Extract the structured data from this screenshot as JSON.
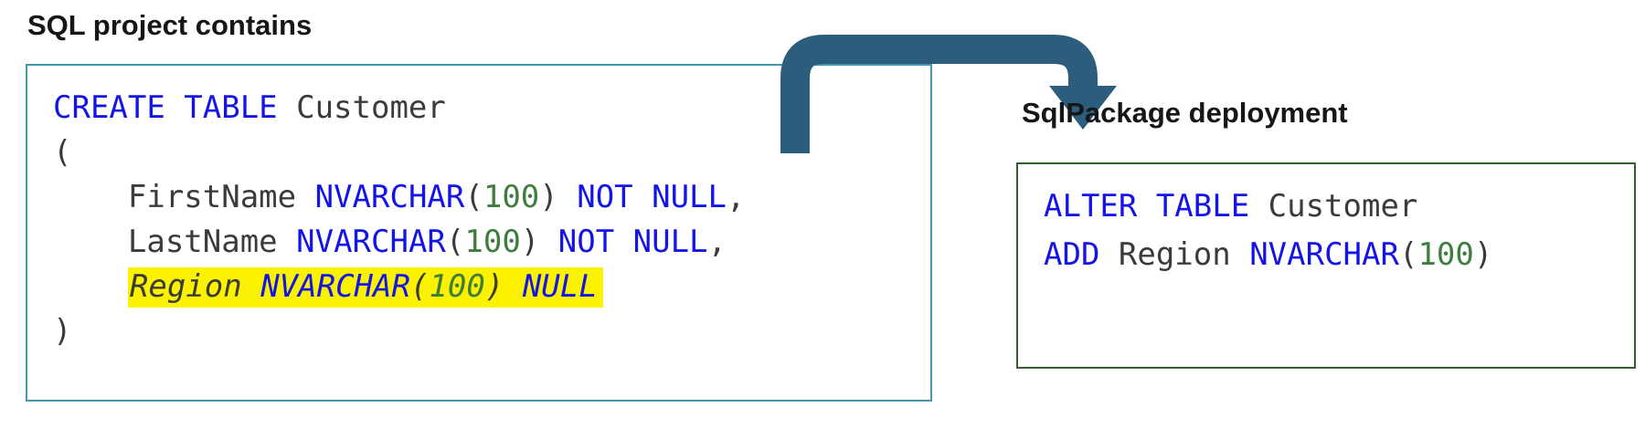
{
  "colors": {
    "keyword": "#1414e6",
    "identifier": "#3b3b3b",
    "number": "#3f7d3f",
    "highlight": "#fbf200",
    "arrow": "#2d5d7d",
    "left_box_border": "#4796ac",
    "right_box_border": "#33602e"
  },
  "left_panel": {
    "title": "SQL project contains",
    "code": [
      {
        "tokens": [
          {
            "t": "CREATE TABLE",
            "c": "kw"
          },
          {
            "t": " Customer",
            "c": "id"
          }
        ]
      },
      {
        "tokens": [
          {
            "t": "(",
            "c": "id"
          }
        ]
      },
      {
        "indent": "    ",
        "tokens": [
          {
            "t": "FirstName ",
            "c": "id"
          },
          {
            "t": "NVARCHAR",
            "c": "kw"
          },
          {
            "t": "(",
            "c": "id"
          },
          {
            "t": "100",
            "c": "num"
          },
          {
            "t": ") ",
            "c": "id"
          },
          {
            "t": "NOT NULL",
            "c": "kw"
          },
          {
            "t": ",",
            "c": "id"
          }
        ]
      },
      {
        "indent": "    ",
        "tokens": [
          {
            "t": "LastName ",
            "c": "id"
          },
          {
            "t": "NVARCHAR",
            "c": "kw"
          },
          {
            "t": "(",
            "c": "id"
          },
          {
            "t": "100",
            "c": "num"
          },
          {
            "t": ") ",
            "c": "id"
          },
          {
            "t": "NOT NULL",
            "c": "kw"
          },
          {
            "t": ",",
            "c": "id"
          }
        ]
      },
      {
        "indent": "    ",
        "highlight": true,
        "italic": true,
        "tokens": [
          {
            "t": "Region ",
            "c": "id"
          },
          {
            "t": "NVARCHAR",
            "c": "kw"
          },
          {
            "t": "(",
            "c": "id"
          },
          {
            "t": "100",
            "c": "num"
          },
          {
            "t": ") ",
            "c": "id"
          },
          {
            "t": "NULL",
            "c": "kw"
          }
        ]
      },
      {
        "tokens": [
          {
            "t": ")",
            "c": "id"
          }
        ]
      }
    ]
  },
  "right_panel": {
    "title": "SqlPackage deployment",
    "code": [
      {
        "tokens": [
          {
            "t": "ALTER TABLE",
            "c": "kw"
          },
          {
            "t": " Customer",
            "c": "id"
          }
        ]
      },
      {
        "tokens": [
          {
            "t": "ADD",
            "c": "kw"
          },
          {
            "t": " Region ",
            "c": "id"
          },
          {
            "t": "NVARCHAR",
            "c": "kw"
          },
          {
            "t": "(",
            "c": "id"
          },
          {
            "t": "100",
            "c": "num"
          },
          {
            "t": ")",
            "c": "id"
          }
        ]
      }
    ]
  },
  "arrow": {
    "meaning": "deploys-to"
  }
}
